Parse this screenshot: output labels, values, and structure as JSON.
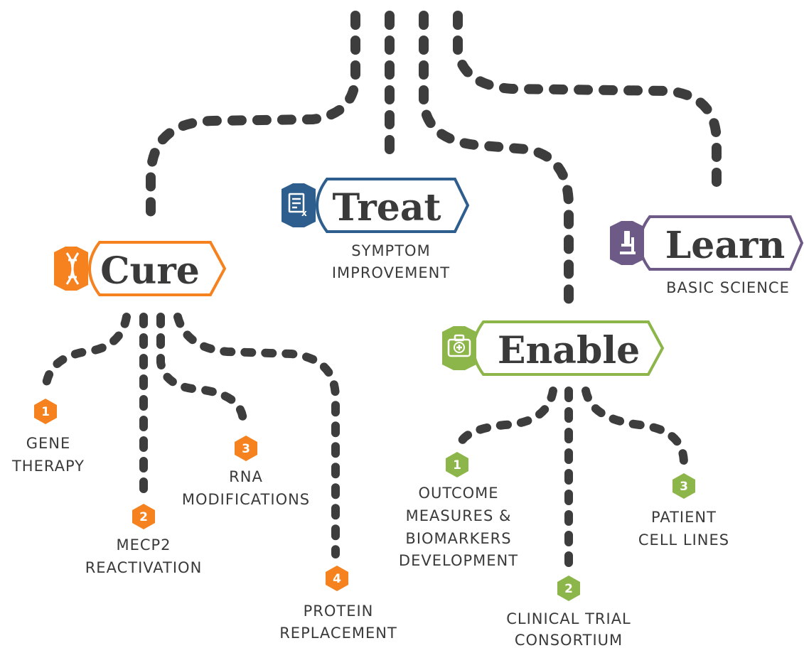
{
  "colors": {
    "cure": "#f5821f",
    "treat": "#2e5e8e",
    "enable": "#8db64a",
    "learn": "#6e5a86",
    "path": "#3d3d3d",
    "text": "#3a3a3a"
  },
  "categories": {
    "cure": {
      "label": "Cure",
      "icon": "dna-icon"
    },
    "treat": {
      "label": "Treat",
      "icon": "prescription-icon",
      "subtitle": [
        "SYMPTOM",
        "IMPROVEMENT"
      ]
    },
    "enable": {
      "label": "Enable",
      "icon": "medical-kit-icon"
    },
    "learn": {
      "label": "Learn",
      "icon": "microscope-icon",
      "subtitle": [
        "BASIC SCIENCE"
      ]
    }
  },
  "cure_items": [
    {
      "number": "1",
      "lines": [
        "GENE",
        "THERAPY"
      ]
    },
    {
      "number": "2",
      "lines": [
        "MECP2",
        "REACTIVATION"
      ]
    },
    {
      "number": "3",
      "lines": [
        "RNA",
        "MODIFICATIONS"
      ]
    },
    {
      "number": "4",
      "lines": [
        "PROTEIN",
        "REPLACEMENT"
      ]
    }
  ],
  "enable_items": [
    {
      "number": "1",
      "lines": [
        "OUTCOME",
        "MEASURES &",
        "BIOMARKERS",
        "DEVELOPMENT"
      ]
    },
    {
      "number": "2",
      "lines": [
        "CLINICAL TRIAL",
        "CONSORTIUM"
      ]
    },
    {
      "number": "3",
      "lines": [
        "PATIENT",
        "CELL LINES"
      ]
    }
  ]
}
